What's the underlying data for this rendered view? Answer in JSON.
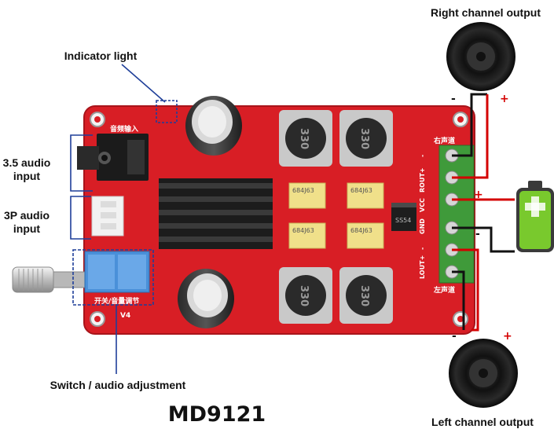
{
  "labels": {
    "right_output": "Right channel output",
    "left_output": "Left channel output",
    "indicator": "Indicator light",
    "audio35_line1": "3.5 audio",
    "audio35_line2": "input",
    "audio3p_line1": "3P audio",
    "audio3p_line2": "input",
    "switch": "Switch / audio adjustment",
    "model": "MD9121"
  },
  "board": {
    "audio_in_cn": "音频输入",
    "switch_cn": "开关/音量调节",
    "version": "V4",
    "right_cn": "右声道",
    "left_cn": "左声道",
    "terminals": [
      "-",
      "ROUT+",
      "VCC",
      "GND",
      "-",
      "LOUT+"
    ],
    "inductor_code": "330",
    "capacitors": [
      "684J63",
      "684J63",
      "684J63",
      "684J63"
    ],
    "diode_code": "SS54"
  },
  "polarity": {
    "plus": "+",
    "minus": "-"
  },
  "colors": {
    "board": "#d81e25",
    "wire_red": "#d40000",
    "wire_black": "#111111",
    "terminal": "#3f9a3a",
    "battery": "#79c92d"
  }
}
